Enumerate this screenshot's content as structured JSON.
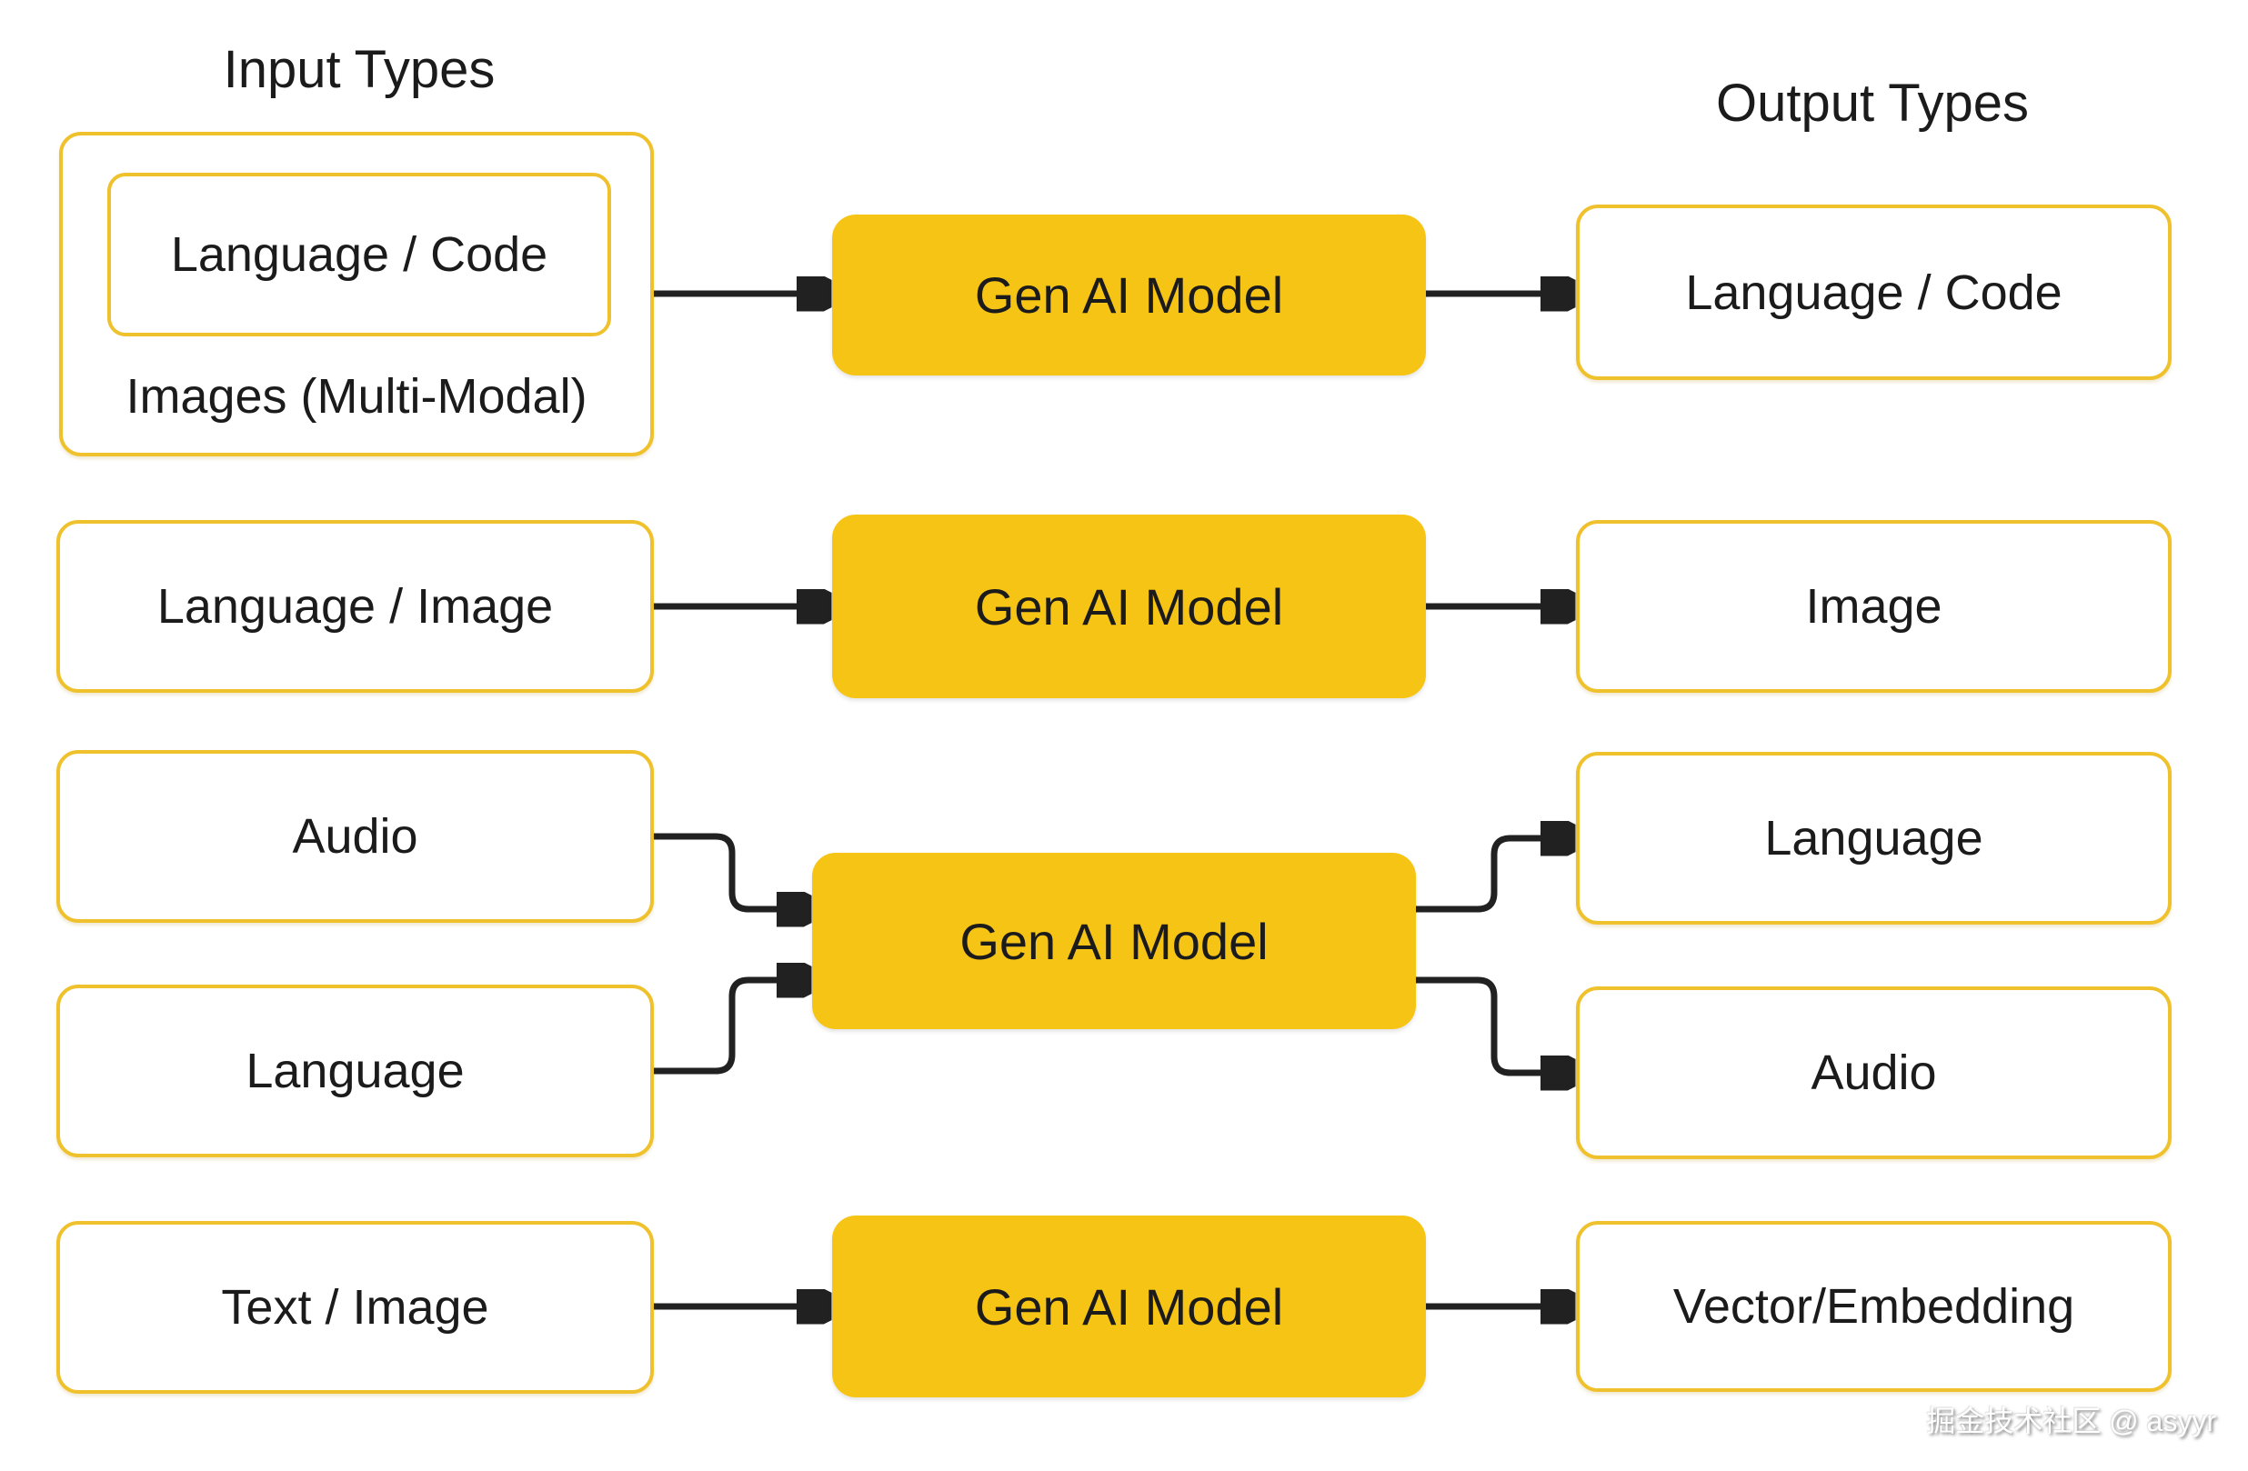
{
  "titles": {
    "input": "Input Types",
    "output": "Output Types"
  },
  "model_label": "Gen AI Model",
  "nodes": {
    "row1_input_inner": "Language / Code",
    "row1_input_outer": "Images (Multi-Modal)",
    "row1_output": "Language / Code",
    "row2_input": "Language / Image",
    "row2_output": "Image",
    "row3_input_a": "Audio",
    "row3_input_b": "Language",
    "row3_output_a": "Language",
    "row3_output_b": "Audio",
    "row4_input": "Text / Image",
    "row4_output": "Vector/Embedding"
  },
  "watermark": "掘金技术社区 @ asyyr",
  "colors": {
    "box_border": "#EFC12D",
    "model_fill": "#F6C414",
    "arrow": "#212121",
    "text": "#1b1b1b",
    "watermark": "#ffffff"
  }
}
